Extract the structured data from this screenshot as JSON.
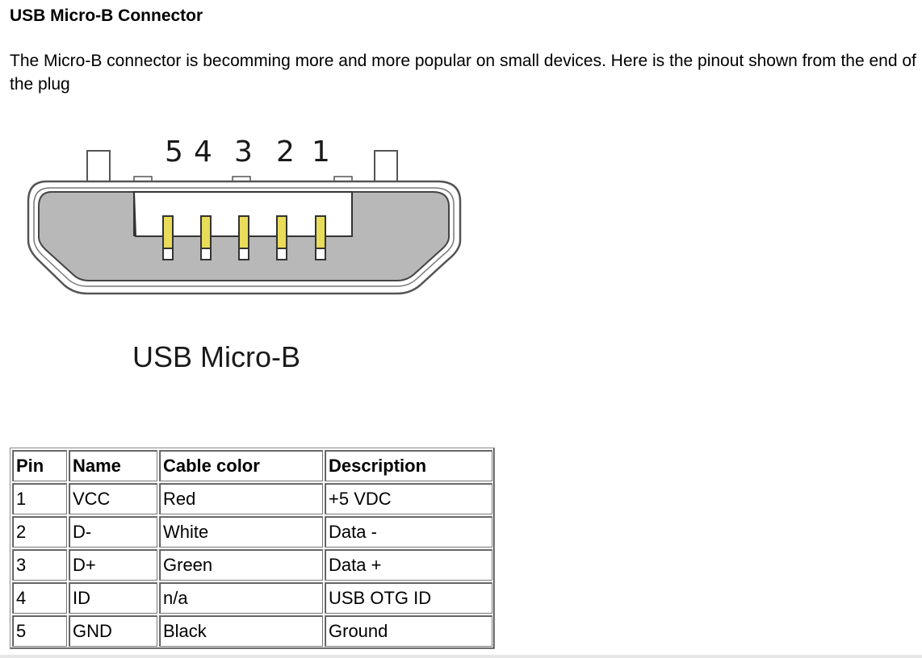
{
  "heading": "USB Micro-B Connector",
  "intro": "The Micro-B connector is becomming more and more popular on small devices. Here is the pinout shown from the end of the plug",
  "diagram": {
    "pin_numbers": [
      "5",
      "4",
      "3",
      "2",
      "1"
    ],
    "caption": "USB Micro-B",
    "pin_color": "#e8dc5a",
    "body_color": "#b8b8b8"
  },
  "table": {
    "headers": [
      "Pin",
      "Name",
      "Cable color",
      "Description"
    ],
    "rows": [
      [
        "1",
        "VCC",
        "Red",
        "+5 VDC"
      ],
      [
        "2",
        "D-",
        "White",
        "Data -"
      ],
      [
        "3",
        "D+",
        "Green",
        "Data +"
      ],
      [
        "4",
        "ID",
        "n/a",
        "USB OTG ID"
      ],
      [
        "5",
        "GND",
        "Black",
        "Ground"
      ]
    ]
  }
}
